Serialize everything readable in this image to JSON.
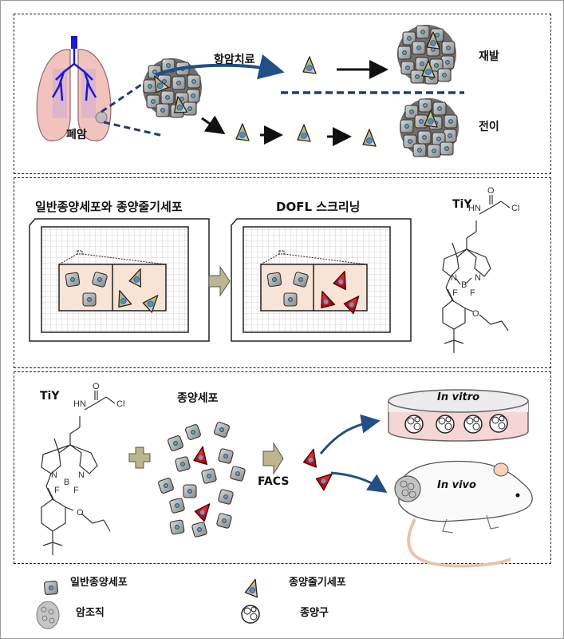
{
  "panel1": {
    "lung_label": "폐암",
    "therapy_label": "항암치료",
    "recurrence_label": "재발",
    "metastasis_label": "전이"
  },
  "panel2": {
    "left_title": "일반종양세포와 종양줄기세포",
    "right_title": "DOFL 스크리닝",
    "compound_name": "TiY",
    "chem_labels": {
      "o": "O",
      "hn": "HN",
      "cl": "Cl",
      "n1": "N",
      "n2": "N",
      "b": "B",
      "f1": "F",
      "f2": "F",
      "o2": "O",
      "minus": "-",
      "plus": "+"
    }
  },
  "panel3": {
    "compound_name": "TiY",
    "tumor_cells_title": "종양세포",
    "sort_label": "FACS",
    "in_vitro_label": "In vitro",
    "in_vivo_label": "In vivo"
  },
  "legend": {
    "items": [
      {
        "icon": "normal-tumor-cell-icon",
        "label": "일반종양세포"
      },
      {
        "icon": "cancer-stem-cell-icon",
        "label": "종양줄기세포"
      },
      {
        "icon": "cancer-tissue-icon",
        "label": "암조직"
      },
      {
        "icon": "tumorsphere-icon",
        "label": "종양구"
      }
    ]
  },
  "colors": {
    "dash_blue": "#1f3f73",
    "arrow_blue": "#214f86",
    "lung_pink": "#f2c2be",
    "bronchi_blue": "#1a1ad0",
    "cell_gray": "#9a9a9a",
    "stem_yellow": "#d9cf9a",
    "stained_red": "#cc1111",
    "beige_arrow": "#bdb58f",
    "dish_pink": "#f6d5d5"
  }
}
